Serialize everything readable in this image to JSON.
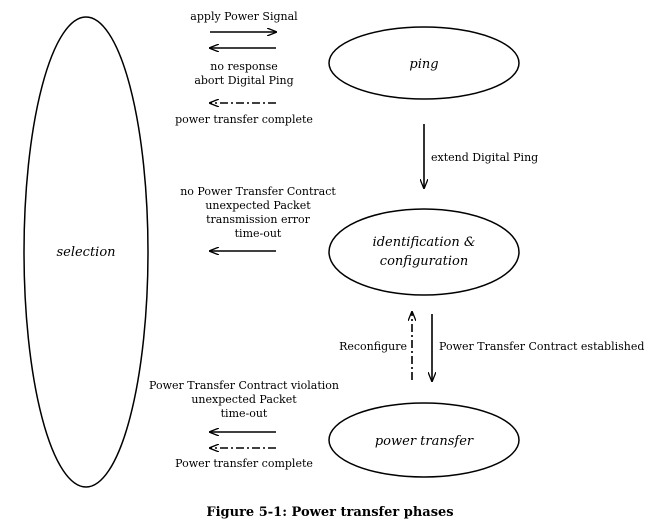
{
  "states": {
    "selection": "selection",
    "ping": "ping",
    "identification_line1": "identification &",
    "identification_line2": "configuration",
    "power_transfer": "power transfer"
  },
  "transitions": {
    "apply_power_signal": "apply Power Signal",
    "no_response": "no response",
    "abort_digital_ping": "abort Digital Ping",
    "power_transfer_complete_ping": "power transfer complete",
    "extend_digital_ping": "extend Digital Ping",
    "id_fail_1": "no Power Transfer Contract",
    "id_fail_2": "unexpected Packet",
    "id_fail_3": "transmission error",
    "id_fail_4": "time-out",
    "reconfigure": "Reconfigure",
    "contract_established": "Power Transfer Contract established",
    "pt_fail_1": "Power Transfer Contract violation",
    "pt_fail_2": "unexpected Packet",
    "pt_fail_3": "time-out",
    "power_transfer_complete_pt": "Power transfer complete"
  },
  "caption": "Figure 5-1: Power transfer phases"
}
